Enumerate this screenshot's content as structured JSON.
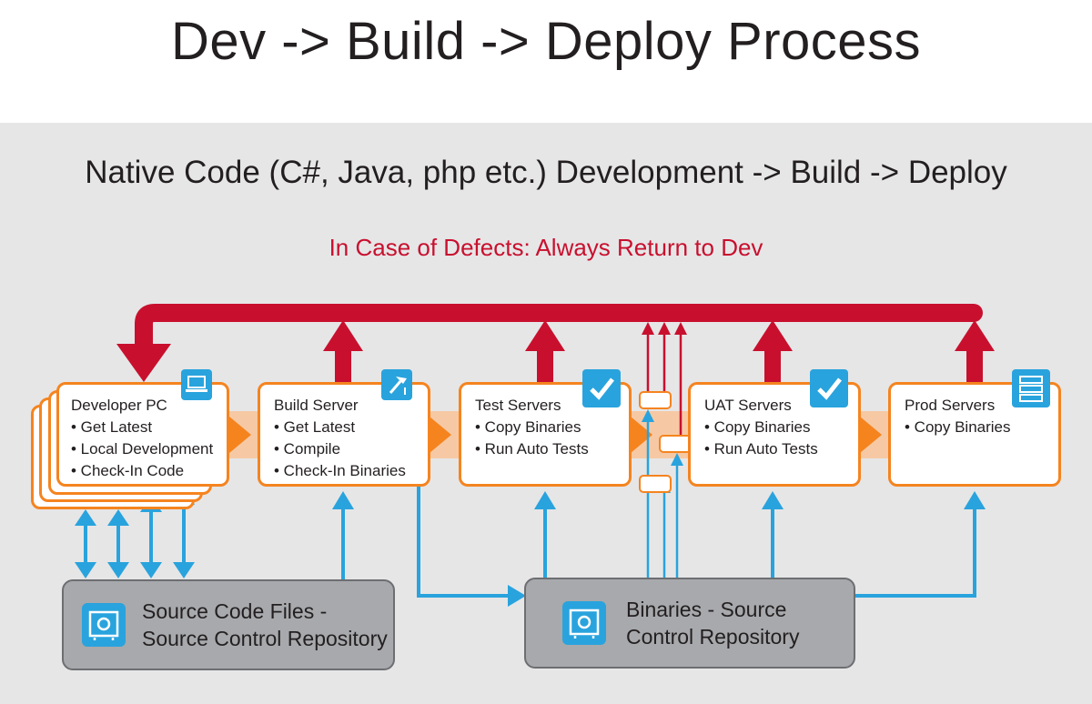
{
  "title": "Dev -> Build -> Deploy Process",
  "subtitle": "Native Code (C#, Java, php etc.) Development -> Build -> Deploy",
  "defects_note": "In Case of Defects: Always Return to Dev",
  "stages": [
    {
      "title": "Developer PC",
      "items": [
        "• Get Latest",
        "• Local Development",
        "• Check-In Code"
      ],
      "icon": "laptop-icon"
    },
    {
      "title": "Build Server",
      "items": [
        "• Get Latest",
        "• Compile",
        "• Check-In Binaries"
      ],
      "icon": "hammer-icon"
    },
    {
      "title": "Test Servers",
      "items": [
        "• Copy Binaries",
        "• Run Auto Tests"
      ],
      "icon": "checkmark-icon"
    },
    {
      "title": "UAT Servers",
      "items": [
        "• Copy Binaries",
        "• Run Auto Tests"
      ],
      "icon": "checkmark-icon"
    },
    {
      "title": "Prod Servers",
      "items": [
        "• Copy Binaries"
      ],
      "icon": "server-rack-icon"
    }
  ],
  "repositories": [
    {
      "line1": "Source Code Files -",
      "line2": "Source Control Repository",
      "icon": "safe-icon"
    },
    {
      "line1": "Binaries - Source",
      "line2": "Control Repository",
      "icon": "safe-icon"
    }
  ],
  "colors": {
    "accent_orange": "#f5841f",
    "defect_red": "#c8102e",
    "flow_blue": "#29a3dd",
    "panel_gray": "#e6e6e7",
    "repo_gray": "#a7a9ac"
  }
}
